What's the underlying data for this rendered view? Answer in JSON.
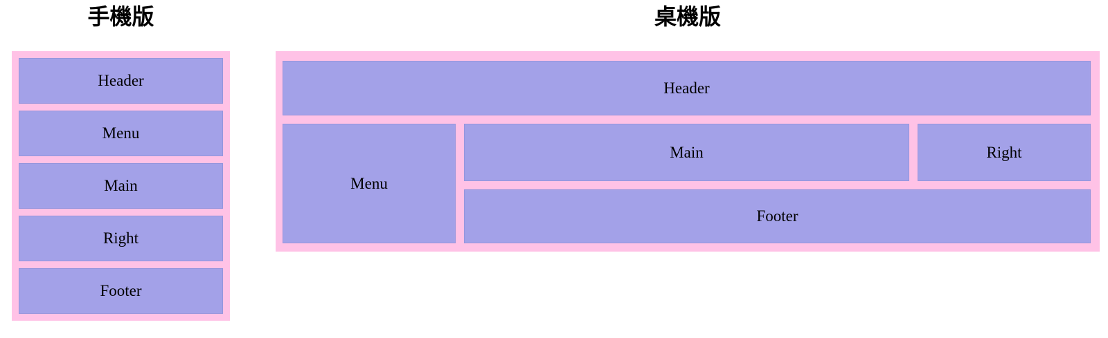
{
  "colors": {
    "container_pink": "#ffc2e6",
    "box_purple": "#a3a1e8",
    "box_border": "#9595dd",
    "label_text": "#000000"
  },
  "mobile": {
    "title": "手機版",
    "boxes": [
      {
        "label": "Header"
      },
      {
        "label": "Menu"
      },
      {
        "label": "Main"
      },
      {
        "label": "Right"
      },
      {
        "label": "Footer"
      }
    ]
  },
  "desktop": {
    "title": "桌機版",
    "boxes": {
      "header": {
        "label": "Header"
      },
      "menu": {
        "label": "Menu"
      },
      "main": {
        "label": "Main"
      },
      "right": {
        "label": "Right"
      },
      "footer": {
        "label": "Footer"
      }
    }
  }
}
